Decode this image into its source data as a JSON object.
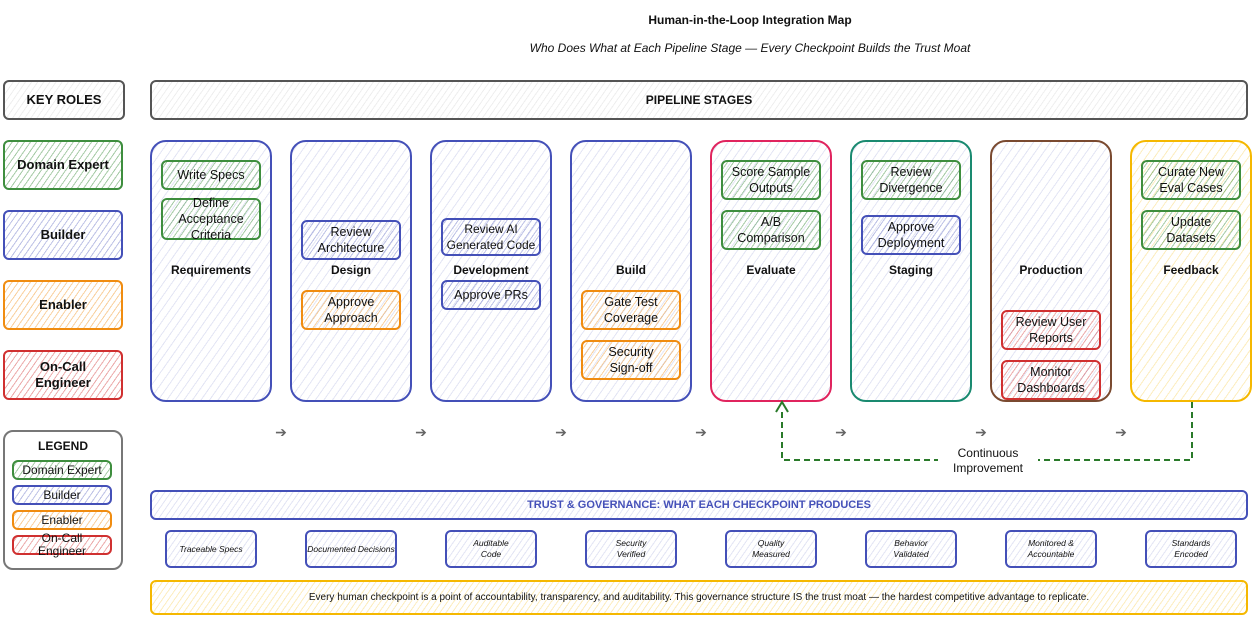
{
  "title": "Human-in-the-Loop Integration Map",
  "subtitle": "Who Does What at Each Pipeline Stage — Every Checkpoint Builds the Trust Moat",
  "key_roles": {
    "header": "KEY ROLES",
    "roles": [
      "Domain Expert",
      "Builder",
      "Enabler",
      "On-Call Engineer"
    ]
  },
  "legend": {
    "title": "LEGEND",
    "items": [
      "Domain Expert",
      "Builder",
      "Enabler",
      "On-Call Engineer"
    ]
  },
  "pipeline_header": "PIPELINE STAGES",
  "stages": [
    {
      "name": "Requirements",
      "tasks": [
        "Write Specs",
        "Define Acceptance Criteria"
      ]
    },
    {
      "name": "Design",
      "tasks": [
        "Review Architecture",
        "Approve Approach"
      ]
    },
    {
      "name": "Development",
      "tasks": [
        "Review AI Generated Code",
        "Approve PRs"
      ]
    },
    {
      "name": "Build",
      "tasks": [
        "Gate Test Coverage",
        "Security Sign-off"
      ]
    },
    {
      "name": "Evaluate",
      "tasks": [
        "Score Sample Outputs",
        "A/B Comparison"
      ]
    },
    {
      "name": "Staging",
      "tasks": [
        "Review Divergence",
        "Approve Deployment"
      ]
    },
    {
      "name": "Production",
      "tasks": [
        "Review User Reports",
        "Monitor Dashboards"
      ]
    },
    {
      "name": "Feedback",
      "tasks": [
        "Curate New Eval Cases",
        "Update Datasets"
      ]
    }
  ],
  "loop_label": "Continuous Improvement",
  "trust_header": "TRUST & GOVERNANCE: WHAT EACH CHECKPOINT PRODUCES",
  "trust_items": [
    "Traceable Specs",
    "Documented Decisions",
    "Auditable Code",
    "Security Verified",
    "Quality Measured",
    "Behavior Validated",
    "Monitored & Accountable",
    "Standards Encoded"
  ],
  "footer": "Every human checkpoint is a point of accountability, transparency, and auditability. This governance structure IS the trust moat — the hardest competitive advantage to replicate.",
  "colors": {
    "domain_expert": "#3e8e3e",
    "builder": "#4450b8",
    "enabler": "#f08c10",
    "on_call": "#d03030"
  }
}
